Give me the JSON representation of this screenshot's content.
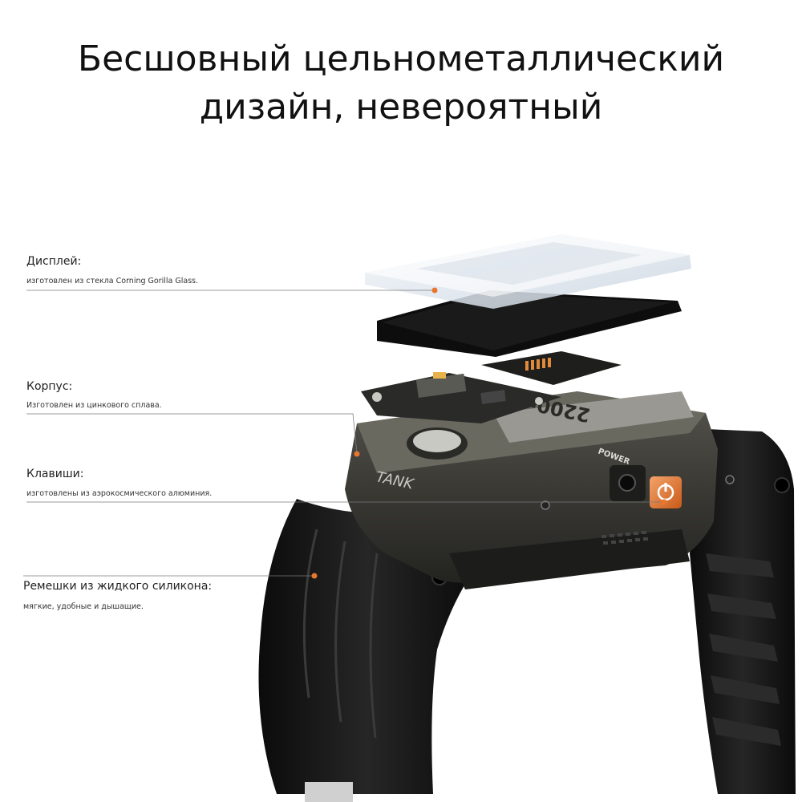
{
  "headline": {
    "line1": "Бесшовный цельнометаллический",
    "line2": "дизайн, невероятный"
  },
  "annotations": [
    {
      "title": "Дисплей:",
      "description": "изготовлен из стекла Corning Gorilla Glass."
    },
    {
      "title": "Корпус:",
      "description": "Изготовлен из цинкового сплава."
    },
    {
      "title": "Клавиши:",
      "description": "изготовлены из аэрокосмического алюминия."
    },
    {
      "title": "Ремешки из жидкого силикона:",
      "description": "мягкие, удобные и дышащие."
    }
  ],
  "device": {
    "case_engraving": "TANK",
    "battery_label": "2200mAh",
    "button_label": "POWER"
  },
  "colors": {
    "accent": "#e8762d",
    "leader_line": "#7a7a7a",
    "strap": "#141414",
    "case": "#3b3a35",
    "background": "#ffffff"
  },
  "icons": [
    "power-icon"
  ]
}
